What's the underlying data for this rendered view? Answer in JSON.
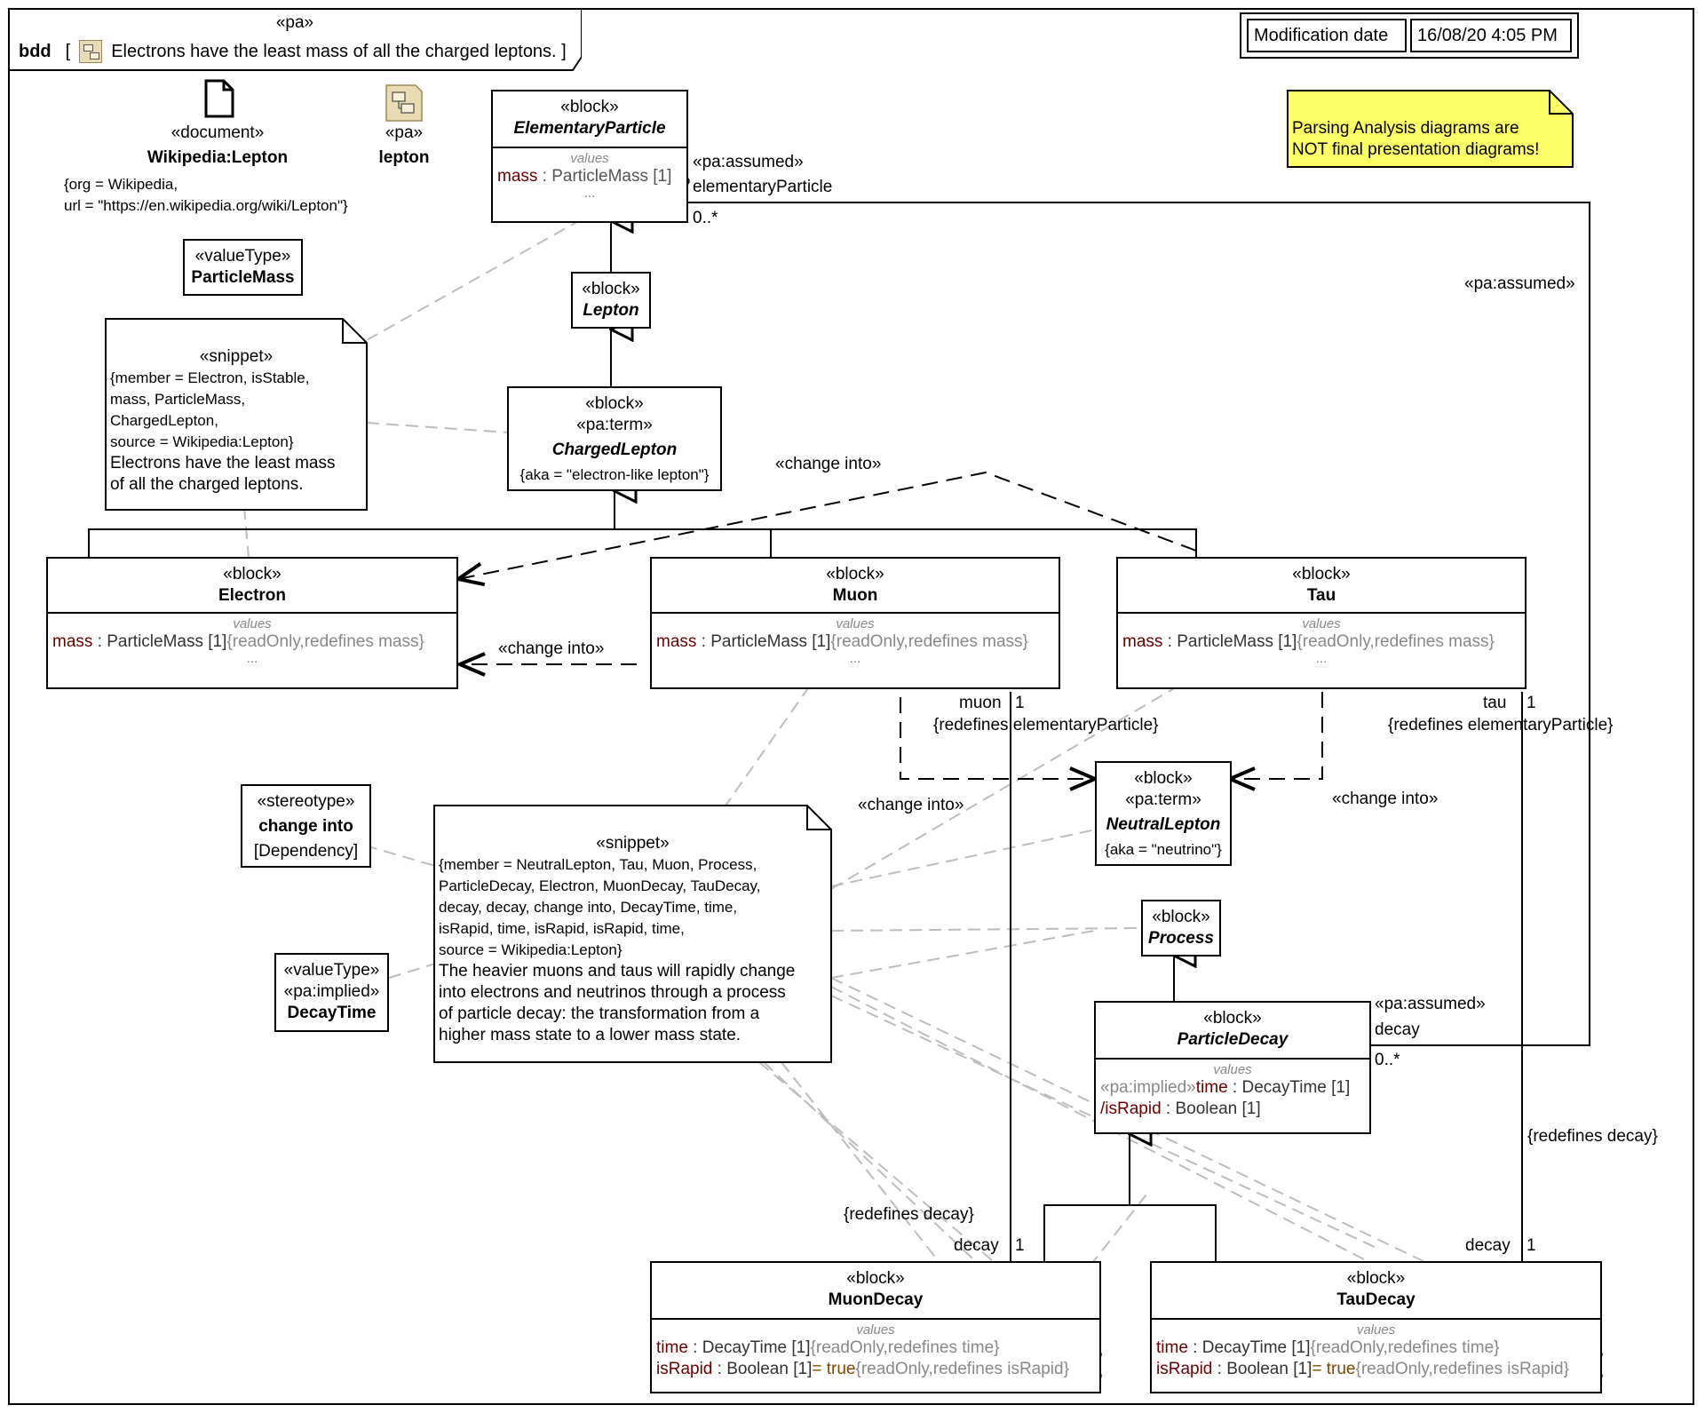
{
  "diagram": {
    "kind": "bdd",
    "stereotype": "«pa»",
    "title": "Electrons have the least mass of all the charged leptons.",
    "modification_label": "Modification date",
    "modification_value": "16/08/20 4:05 PM"
  },
  "note_yellow": {
    "line1": "Parsing Analysis diagrams are",
    "line2": "NOT final presentation diagrams!"
  },
  "document": {
    "stereotype": "«document»",
    "name": "Wikipedia:Lepton",
    "tag1": "{org = Wikipedia,",
    "tag2": "url = \"https://en.wikipedia.org/wiki/Lepton\"}"
  },
  "pa_package": {
    "stereotype": "«pa»",
    "name": "lepton"
  },
  "valuetype_mass": {
    "stereotype": "«valueType»",
    "name": "ParticleMass"
  },
  "valuetype_time": {
    "stereotype1": "«valueType»",
    "stereotype2": "«pa:implied»",
    "name": "DecayTime"
  },
  "stereotype_change": {
    "stereotype": "«stereotype»",
    "name": "change into",
    "meta": "[Dependency]"
  },
  "snippet1": {
    "stereotype": "«snippet»",
    "props": [
      "{member = Electron, isStable,",
      "mass, ParticleMass,",
      "ChargedLepton,",
      "source = Wikipedia:Lepton}"
    ],
    "text": [
      "Electrons have the least mass",
      "of all the charged leptons."
    ]
  },
  "snippet2": {
    "stereotype": "«snippet»",
    "props": [
      "{member = NeutralLepton, Tau, Muon, Process,",
      "ParticleDecay, Electron, MuonDecay, TauDecay,",
      "decay, decay, change into, DecayTime, time,",
      "isRapid, time, isRapid, isRapid, time,",
      "source = Wikipedia:Lepton}"
    ],
    "text": [
      "The heavier muons and taus will rapidly change",
      "into electrons and neutrinos through a process",
      "of particle decay: the transformation from a",
      "higher mass state to a lower mass state."
    ]
  },
  "blocks": {
    "elementary": {
      "st": "«block»",
      "name": "ElementaryParticle",
      "values_label": "values",
      "mass_name": "mass",
      "mass_type": " : ParticleMass [1]",
      "dots": "..."
    },
    "lepton": {
      "st": "«block»",
      "name": "Lepton"
    },
    "charged": {
      "st": "«block»",
      "st2": "«pa:term»",
      "name": "ChargedLepton",
      "aka": "{aka = \"electron-like lepton\"}"
    },
    "electron": {
      "st": "«block»",
      "name": "Electron",
      "values_label": "values",
      "mass_name": "mass",
      "mass_type": " : ParticleMass [1]",
      "mass_ann": "{readOnly,redefines mass}",
      "dots": "..."
    },
    "muon": {
      "st": "«block»",
      "name": "Muon",
      "values_label": "values",
      "mass_name": "mass",
      "mass_type": " : ParticleMass [1]",
      "mass_ann": "{readOnly,redefines mass}",
      "dots": "..."
    },
    "tau": {
      "st": "«block»",
      "name": "Tau",
      "values_label": "values",
      "mass_name": "mass",
      "mass_type": " : ParticleMass [1]",
      "mass_ann": "{readOnly,redefines mass}",
      "dots": "..."
    },
    "neutral": {
      "st": "«block»",
      "st2": "«pa:term»",
      "name": "NeutralLepton",
      "aka": "{aka = \"neutrino\"}"
    },
    "process": {
      "st": "«block»",
      "name": "Process"
    },
    "decay": {
      "st": "«block»",
      "name": "ParticleDecay",
      "values_label": "values",
      "time_pre": "«pa:implied»",
      "time_name": "time",
      "time_type": " : DecayTime [1]",
      "rapid_name": "/isRapid",
      "rapid_type": " : Boolean [1]"
    },
    "muondecay": {
      "st": "«block»",
      "name": "MuonDecay",
      "values_label": "values",
      "time_name": "time",
      "time_type": " : DecayTime [1]",
      "time_ann": "{readOnly,redefines time}",
      "rapid_name": "isRapid",
      "rapid_type": " : Boolean [1]",
      "rapid_def": "= true",
      "rapid_ann": "{readOnly,redefines isRapid}"
    },
    "taudecay": {
      "st": "«block»",
      "name": "TauDecay",
      "values_label": "values",
      "time_name": "time",
      "time_type": " : DecayTime [1]",
      "time_ann": "{readOnly,redefines time}",
      "rapid_name": "isRapid",
      "rapid_type": " : Boolean [1]",
      "rapid_def": "= true",
      "rapid_ann": "{readOnly,redefines isRapid}"
    }
  },
  "edge_labels": {
    "pa_assumed_ep": "«pa:assumed»",
    "ep_role": "elementaryParticle",
    "ep_mult": "0..*",
    "pa_assumed_right": "«pa:assumed»",
    "change_into_top": "«change into»",
    "change_into_left": "«change into»",
    "change_into_mid": "«change into»",
    "change_into_right": "«change into»",
    "muon_role": "muon",
    "muon_mult": "1",
    "muon_redef": "{redefines elementaryParticle}",
    "tau_role": "tau",
    "tau_mult": "1",
    "tau_redef": "{redefines elementaryParticle}",
    "pa_assumed_decay": "«pa:assumed»",
    "decay_role": "decay",
    "decay_mult": "0..*",
    "redef_decay_right": "{redefines decay}",
    "redef_decay_left": "{redefines decay}",
    "muondecay_role": "decay",
    "muondecay_mult": "1",
    "taudecay_role": "decay",
    "taudecay_mult": "1"
  }
}
